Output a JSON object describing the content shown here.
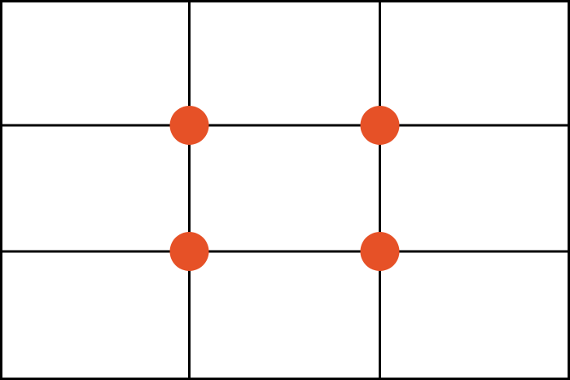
{
  "diagram": {
    "type": "rule-of-thirds-grid",
    "columns": 3,
    "rows": 3,
    "line_color": "#000000",
    "dot_color": "#E65127",
    "background": "#FFFFFF",
    "intersection_dots": 4
  }
}
